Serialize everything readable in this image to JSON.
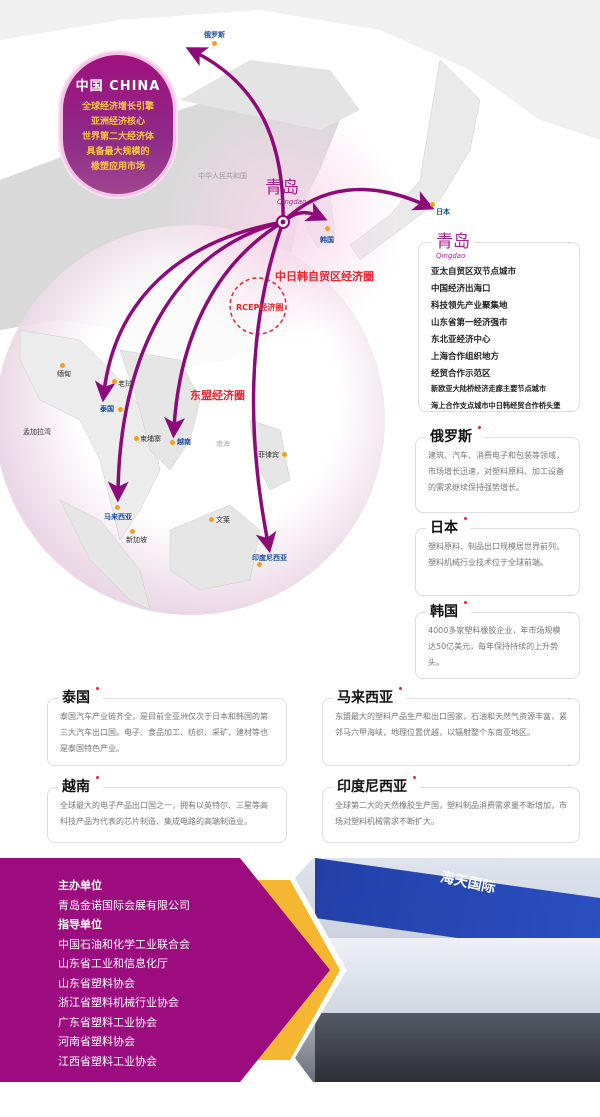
{
  "map": {
    "china": {
      "title": "中国 CHINA",
      "lines": [
        "全球经济增长引擎",
        "亚洲经济核心",
        "世界第二大经济体",
        "具备最大规模的",
        "橡塑应用市场"
      ]
    },
    "center": {
      "cn": "青岛",
      "py": "Qingdao"
    },
    "country_label": "中华人民共和国",
    "zones": {
      "cjk": "中日韩自贸区经济圈",
      "rcep": "RCEP经济圈",
      "asean": "东盟经济圈"
    },
    "places": {
      "russia": "俄罗斯",
      "japan": "日本",
      "korea": "韩国",
      "myanmar": "缅甸",
      "laos": "老挝",
      "thailand": "泰国",
      "bay": "孟加拉湾",
      "cambodia": "柬埔寨",
      "vietnam": "越南",
      "sea": "南海",
      "philippines": "菲律宾",
      "malaysia": "马来西亚",
      "singapore": "新加坡",
      "brunei": "文莱",
      "indonesia": "印度尼西亚"
    },
    "colors": {
      "arrow": "#8e0a78",
      "accent": "#a8218e",
      "zone": "#e8262d",
      "dot": "#f0a020"
    }
  },
  "qingdao": {
    "logo_cn": "青岛",
    "logo_py": "Qingdao",
    "items": [
      "亚太自贸区双节点城市",
      "中国经济出海口",
      "科技领先产业聚集地",
      "山东省第一经济强市",
      "东北亚经济中心",
      "上海合作组织地方",
      "经贸合作示范区",
      "新欧亚大陆桥经济走廊主要节点城市",
      "海上合作支点城市中日韩经贸合作桥头堡"
    ]
  },
  "cards": [
    {
      "title": "俄罗斯",
      "text": "建筑、汽车、消费电子和包装等领域，市场增长迅速，对塑料原料、加工设备的需求继续保持强势增长。"
    },
    {
      "title": "日本",
      "text": "塑料原料、制品出口规模居世界前列，塑料机械行业技术位于全球前端。"
    },
    {
      "title": "韩国",
      "text": "4000多家塑料橡胶企业，年市场规模达50亿美元，每年保持持续的上升势头。"
    },
    {
      "title": "泰国",
      "text": "泰国汽车产业链齐全，是目前全亚洲仅次于日本和韩国的第三大汽车出口国。电子、食品加工、纺织、采矿、建材等也是泰国特色产业。"
    },
    {
      "title": "马来西亚",
      "text": "东盟最大的塑料产品生产和出口国家，石油和天然气资源丰富，紧邻马六甲海峡，地理位置优越，以辐射整个东南亚地区。"
    },
    {
      "title": "越南",
      "text": "全球最大的电子产品出口国之一，拥有以英特尔、三星等高科技产品为代表的芯片制造、集成电路的高端制造业。"
    },
    {
      "title": "印度尼西亚",
      "text": "全球第二大的天然橡胶生产国，塑料制品消费需求量不断增加，市场对塑料机械需求不断扩大。"
    }
  ],
  "organizers": {
    "host_label": "主办单位",
    "host": "青岛金诺国际会展有限公司",
    "guide_label": "指导单位",
    "guides": [
      "中国石油和化学工业联合会",
      "山东省工业和信息化厅",
      "山东省塑料协会",
      "浙江省塑料机械行业协会",
      "广东省塑料工业协会",
      "河南省塑料协会",
      "江西省塑料工业协会"
    ]
  },
  "photo": {
    "banner": "海天国际"
  }
}
